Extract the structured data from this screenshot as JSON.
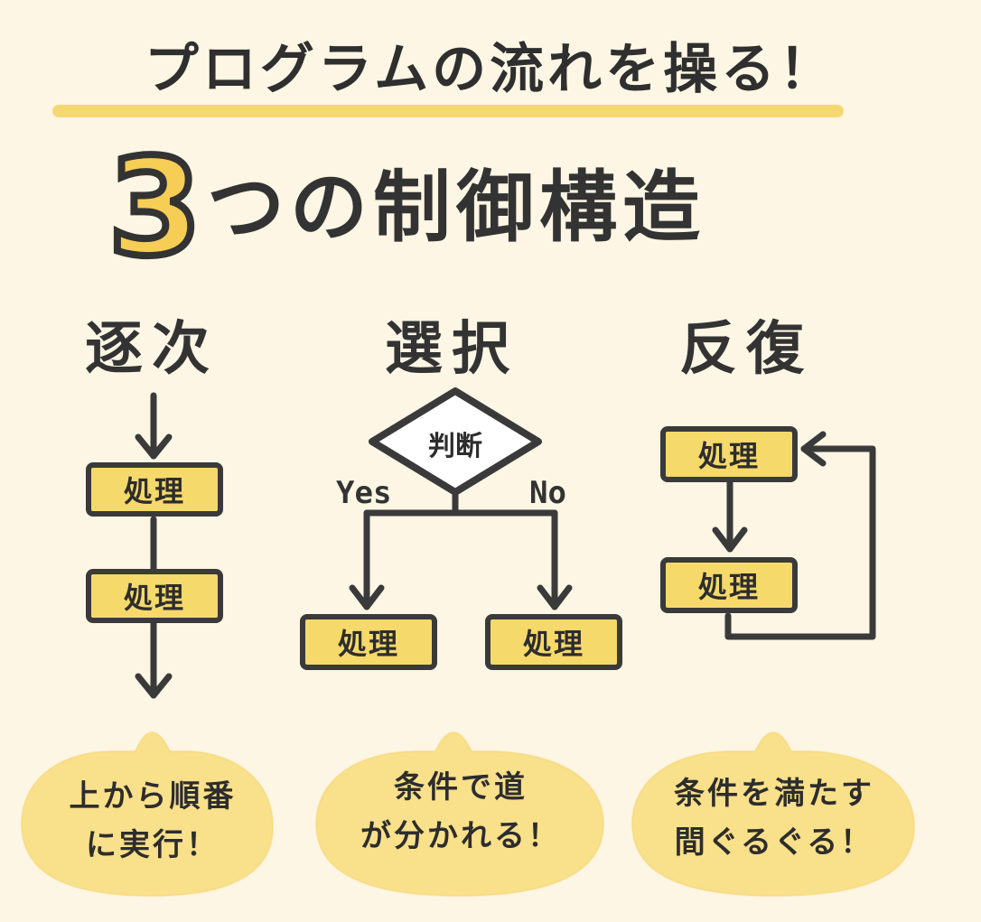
{
  "title": "プログラムの流れを操る！",
  "headline": {
    "number": "3",
    "text": "つの制御構造"
  },
  "columns": [
    {
      "title": "逐次",
      "boxes": [
        "処理",
        "処理"
      ],
      "bubble": [
        "上から順番",
        "に実行！"
      ]
    },
    {
      "title": "選択",
      "decision": "判断",
      "yes": "Yes",
      "no": "No",
      "boxes": [
        "処理",
        "処理"
      ],
      "bubble": [
        "条件で道",
        "が分かれる！"
      ]
    },
    {
      "title": "反復",
      "boxes": [
        "処理",
        "処理"
      ],
      "bubble": [
        "条件を満たす",
        "間ぐるぐる！"
      ]
    }
  ],
  "colors": {
    "background": "#fdf6e4",
    "box_fill": "#f6d96b",
    "bubble_fill": "#f9e08a",
    "line": "#3a3a3a",
    "accent": "#f6cd55"
  }
}
